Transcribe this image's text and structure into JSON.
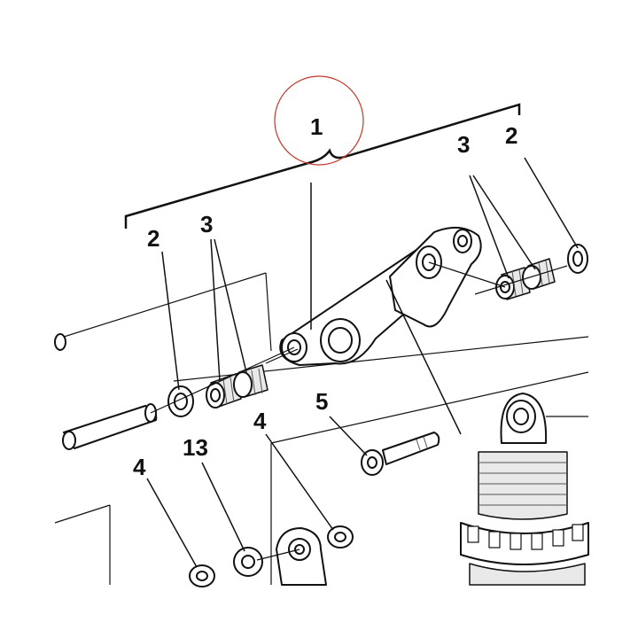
{
  "diagram": {
    "colors": {
      "line": "#111111",
      "highlight_circle": "#c0392b",
      "background": "#ffffff"
    },
    "callouts": [
      {
        "id": "assembly",
        "text": "1"
      },
      {
        "id": "washer_right",
        "text": "2"
      },
      {
        "id": "bushings_right",
        "text": "3"
      },
      {
        "id": "washer_left",
        "text": "2"
      },
      {
        "id": "bushings_left",
        "text": "3"
      },
      {
        "id": "bolt",
        "text": "5"
      },
      {
        "id": "nut_center",
        "text": "4"
      },
      {
        "id": "spacer",
        "text": "13"
      },
      {
        "id": "nut_left",
        "text": "4"
      }
    ]
  }
}
